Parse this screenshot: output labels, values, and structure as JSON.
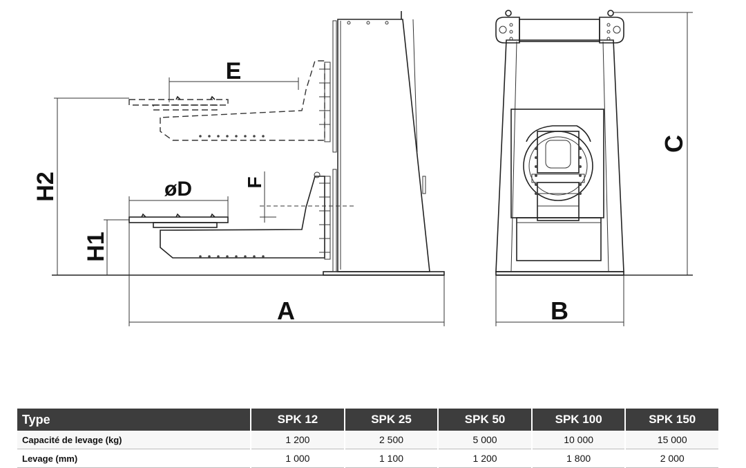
{
  "labels": {
    "E": "E",
    "D": "øD",
    "F": "F",
    "H1": "H1",
    "H2": "H2",
    "A": "A",
    "B": "B",
    "C": "C"
  },
  "table": {
    "headers": [
      "Type",
      "SPK 12",
      "SPK 25",
      "SPK 50",
      "SPK 100",
      "SPK 150"
    ],
    "rows": [
      {
        "label": "Capacité de levage (kg)",
        "values": [
          "1 200",
          "2 500",
          "5 000",
          "10 000",
          "15 000"
        ]
      },
      {
        "label": "Levage (mm)",
        "values": [
          "1 000",
          "1 100",
          "1 200",
          "1 800",
          "2 000"
        ]
      }
    ]
  }
}
